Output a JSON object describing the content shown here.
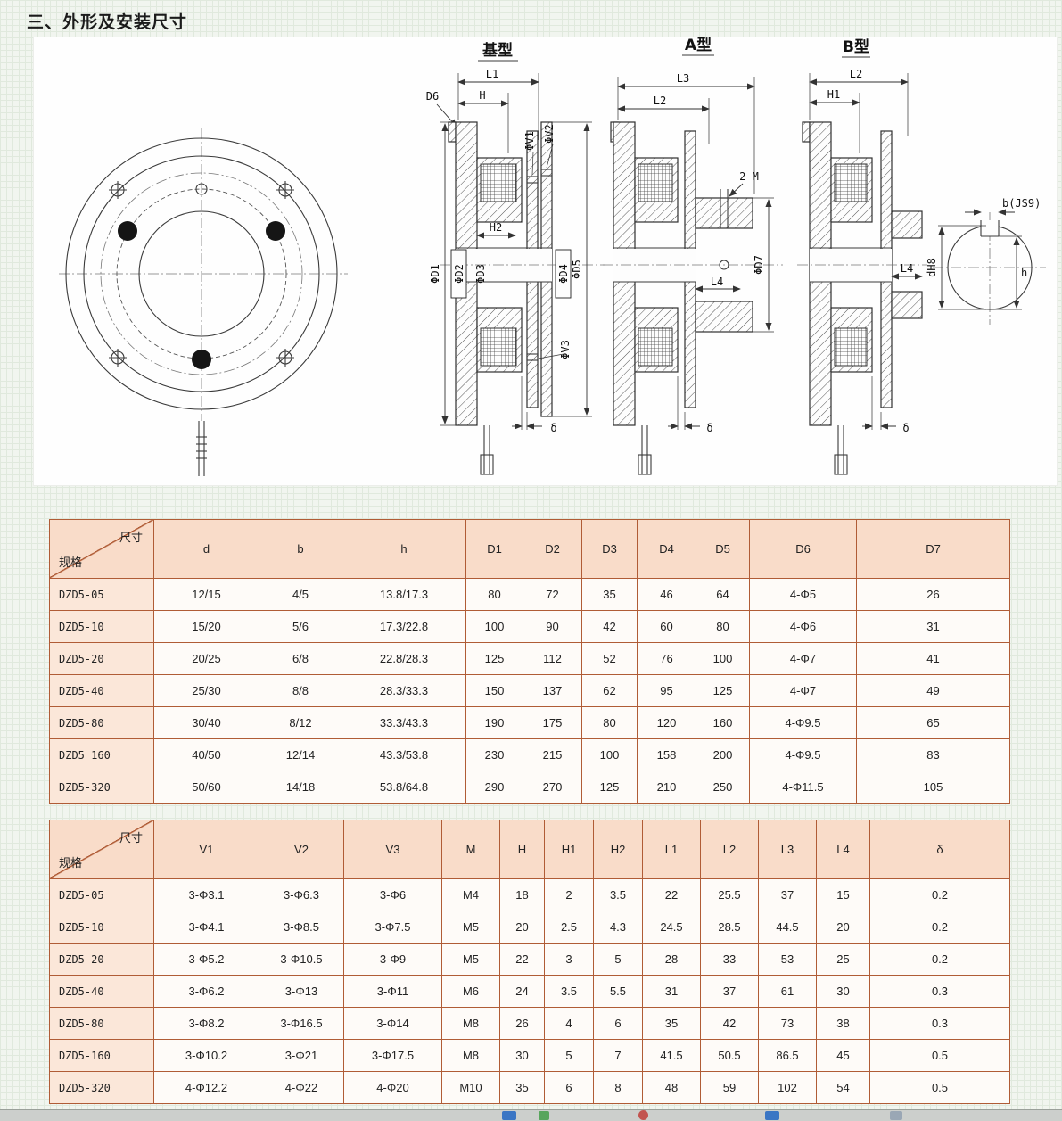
{
  "page": {
    "title": "三、外形及安装尺寸"
  },
  "drawing": {
    "view_labels": [
      "基型",
      "A型",
      "B型"
    ],
    "labels": {
      "L1": "L1",
      "H": "H",
      "D6": "D6",
      "V1": "ΦV1",
      "V2": "ΦV2",
      "H2": "H2",
      "D1": "ΦD1",
      "D2": "ΦD2",
      "D3": "ΦD3",
      "D4": "ΦD4",
      "D5": "ΦD5",
      "V3": "ΦV3",
      "delta": "δ",
      "L3": "L3",
      "L2": "L2",
      "M": "2-M",
      "L4": "L4",
      "D7": "ΦD7",
      "H1": "H1",
      "b": "b(JS9)",
      "d": "dH8",
      "h": "h"
    }
  },
  "table1": {
    "corner_top": "尺寸",
    "corner_bottom": "规格",
    "headers": [
      "d",
      "b",
      "h",
      "D1",
      "D2",
      "D3",
      "D4",
      "D5",
      "D6",
      "D7"
    ],
    "rows": [
      {
        "model": "DZD5-05",
        "values": [
          "12/15",
          "4/5",
          "13.8/17.3",
          "80",
          "72",
          "35",
          "46",
          "64",
          "4-Φ5",
          "26"
        ]
      },
      {
        "model": "DZD5-10",
        "values": [
          "15/20",
          "5/6",
          "17.3/22.8",
          "100",
          "90",
          "42",
          "60",
          "80",
          "4-Φ6",
          "31"
        ]
      },
      {
        "model": "DZD5-20",
        "values": [
          "20/25",
          "6/8",
          "22.8/28.3",
          "125",
          "112",
          "52",
          "76",
          "100",
          "4-Φ7",
          "41"
        ]
      },
      {
        "model": "DZD5-40",
        "values": [
          "25/30",
          "8/8",
          "28.3/33.3",
          "150",
          "137",
          "62",
          "95",
          "125",
          "4-Φ7",
          "49"
        ]
      },
      {
        "model": "DZD5-80",
        "values": [
          "30/40",
          "8/12",
          "33.3/43.3",
          "190",
          "175",
          "80",
          "120",
          "160",
          "4-Φ9.5",
          "65"
        ]
      },
      {
        "model": "DZD5 160",
        "values": [
          "40/50",
          "12/14",
          "43.3/53.8",
          "230",
          "215",
          "100",
          "158",
          "200",
          "4-Φ9.5",
          "83"
        ]
      },
      {
        "model": "DZD5-320",
        "values": [
          "50/60",
          "14/18",
          "53.8/64.8",
          "290",
          "270",
          "125",
          "210",
          "250",
          "4-Φ11.5",
          "105"
        ]
      }
    ]
  },
  "table2": {
    "corner_top": "尺寸",
    "corner_bottom": "规格",
    "headers": [
      "V1",
      "V2",
      "V3",
      "M",
      "H",
      "H1",
      "H2",
      "L1",
      "L2",
      "L3",
      "L4",
      "δ"
    ],
    "rows": [
      {
        "model": "DZD5-05",
        "values": [
          "3-Φ3.1",
          "3-Φ6.3",
          "3-Φ6",
          "M4",
          "18",
          "2",
          "3.5",
          "22",
          "25.5",
          "37",
          "15",
          "0.2"
        ]
      },
      {
        "model": "DZD5-10",
        "values": [
          "3-Φ4.1",
          "3-Φ8.5",
          "3-Φ7.5",
          "M5",
          "20",
          "2.5",
          "4.3",
          "24.5",
          "28.5",
          "44.5",
          "20",
          "0.2"
        ]
      },
      {
        "model": "DZD5-20",
        "values": [
          "3-Φ5.2",
          "3-Φ10.5",
          "3-Φ9",
          "M5",
          "22",
          "3",
          "5",
          "28",
          "33",
          "53",
          "25",
          "0.2"
        ]
      },
      {
        "model": "DZD5-40",
        "values": [
          "3-Φ6.2",
          "3-Φ13",
          "3-Φ11",
          "M6",
          "24",
          "3.5",
          "5.5",
          "31",
          "37",
          "61",
          "30",
          "0.3"
        ]
      },
      {
        "model": "DZD5-80",
        "values": [
          "3-Φ8.2",
          "3-Φ16.5",
          "3-Φ14",
          "M8",
          "26",
          "4",
          "6",
          "35",
          "42",
          "73",
          "38",
          "0.3"
        ]
      },
      {
        "model": "DZD5-160",
        "values": [
          "3-Φ10.2",
          "3-Φ21",
          "3-Φ17.5",
          "M8",
          "30",
          "5",
          "7",
          "41.5",
          "50.5",
          "86.5",
          "45",
          "0.5"
        ]
      },
      {
        "model": "DZD5-320",
        "values": [
          "4-Φ12.2",
          "4-Φ22",
          "4-Φ20",
          "M10",
          "35",
          "6",
          "8",
          "48",
          "59",
          "102",
          "54",
          "0.5"
        ]
      }
    ]
  }
}
